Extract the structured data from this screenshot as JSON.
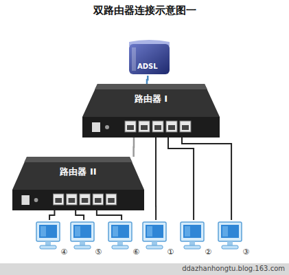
{
  "diagram": {
    "title": "双路由器连接示意图一",
    "nodes": [
      {
        "text": [
          "ADSL"
        ]
      },
      {
        "text": [
          "路由器 I"
        ]
      },
      {
        "text": [
          "路由器 II"
        ]
      },
      {
        "text": [
          "④"
        ]
      },
      {
        "text": [
          "⑤"
        ]
      },
      {
        "text": [
          "⑥"
        ]
      },
      {
        "text": [
          "①"
        ]
      },
      {
        "text": [
          "②"
        ]
      },
      {
        "text": [
          "③"
        ]
      }
    ],
    "edges": [
      {
        "from": 0,
        "to": 1,
        "arrow": "none"
      },
      {
        "from": 1,
        "to": 2,
        "arrow": "none"
      },
      {
        "from": 2,
        "to": 3,
        "arrow": "none"
      },
      {
        "from": 2,
        "to": 4,
        "arrow": "none"
      },
      {
        "from": 2,
        "to": 5,
        "arrow": "none"
      },
      {
        "from": 1,
        "to": 6,
        "arrow": "none"
      },
      {
        "from": 1,
        "to": 7,
        "arrow": "none"
      },
      {
        "from": 1,
        "to": 8,
        "arrow": "none"
      }
    ],
    "labels": [
      "ddazhanhongtu.blog.163.com"
    ]
  }
}
